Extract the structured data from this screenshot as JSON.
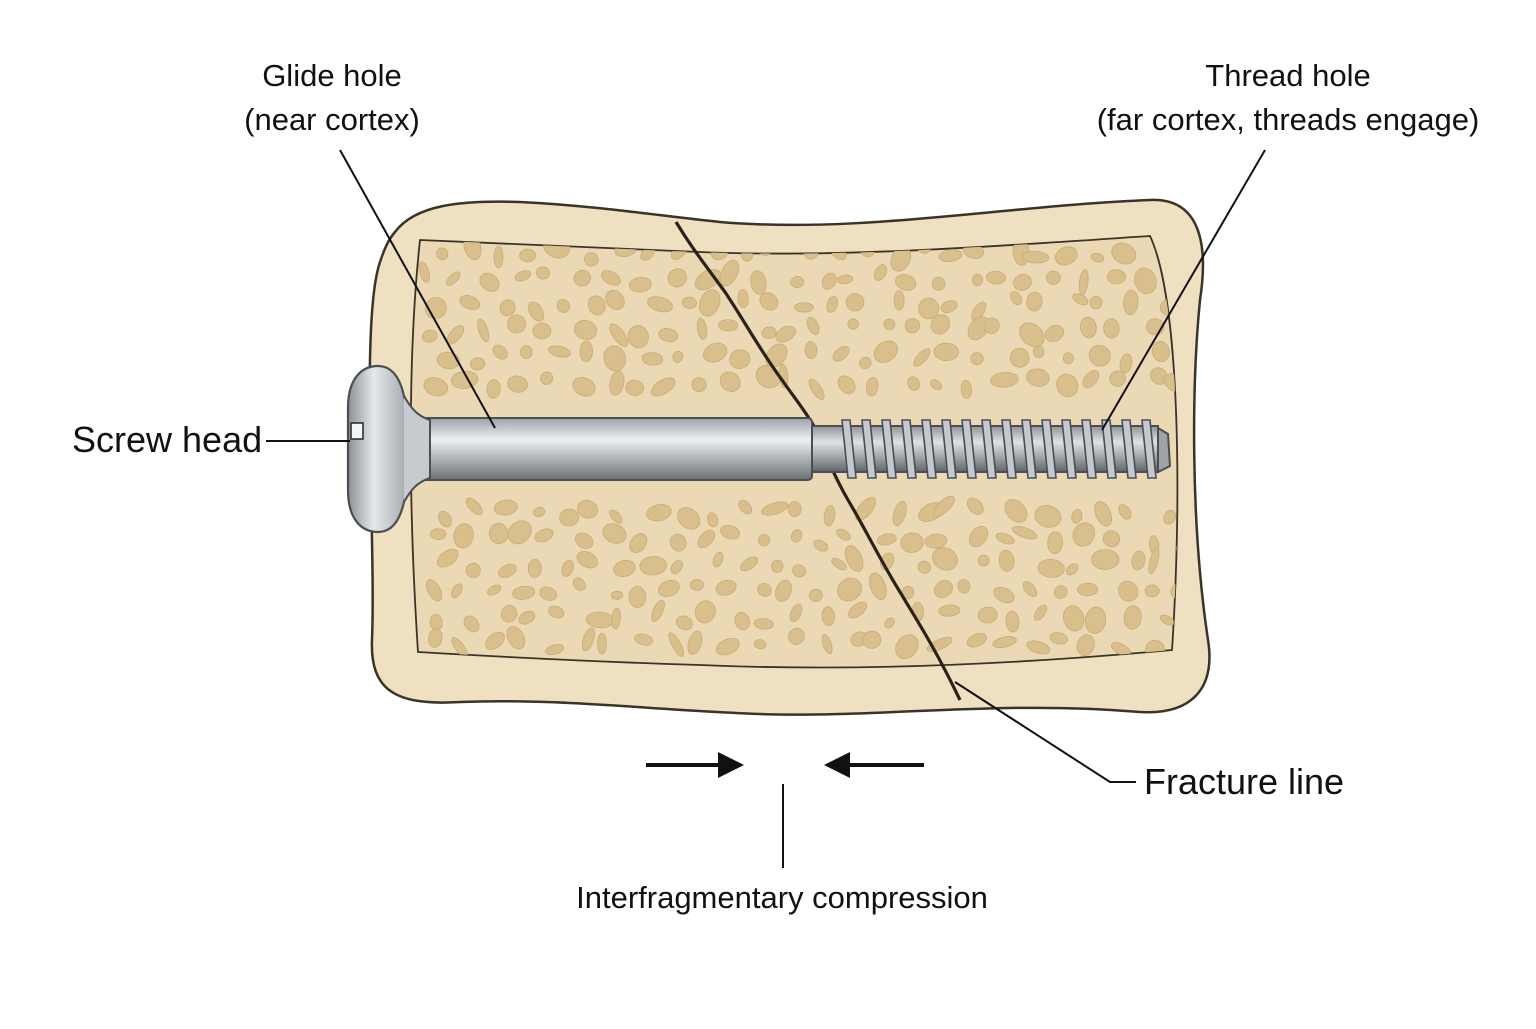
{
  "labels": {
    "glide_hole": {
      "line1": "Glide hole",
      "line2": "(near cortex)"
    },
    "thread_hole": {
      "line1": "Thread hole",
      "line2": "(far cortex, threads engage)"
    },
    "screw_head": "Screw head",
    "fracture_line": "Fracture line",
    "interfragmentary_compression": "Interfragmentary compression"
  },
  "colors": {
    "cortex": "#eee0c0",
    "cancellous": "#ead9b4",
    "pores": "#d9bf8c",
    "outline": "#3a3328",
    "screw_light": "#e4e6e8",
    "screw_dark": "#6b7075",
    "fracture": "#2a2118"
  },
  "icons": {
    "screw_head_drive": "hex-drive-icon",
    "compression_arrows": "arrow-right-icon, arrow-left-icon"
  }
}
